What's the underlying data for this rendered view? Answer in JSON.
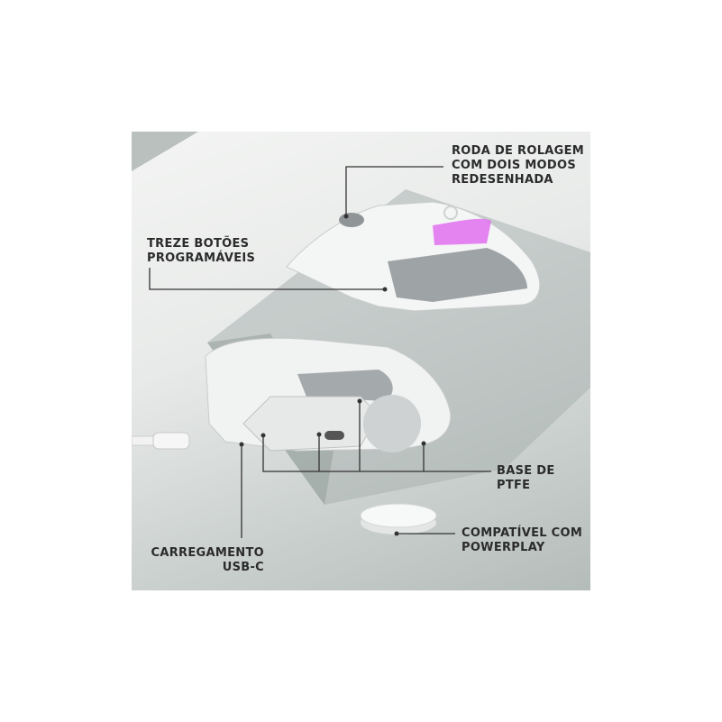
{
  "callouts": {
    "scroll_wheel": [
      "RODA DE ROLAGEM",
      "COM DOIS MODOS",
      "REDESENHADA"
    ],
    "buttons": [
      "TREZE BOTÕES",
      "PROGRAMÁVEIS"
    ],
    "ptfe": [
      "BASE DE",
      "PTFE"
    ],
    "powerplay": [
      "COMPATÍVEL COM",
      "POWERPLAY"
    ],
    "charging": [
      "CARREGAMENTO",
      "USB-C"
    ]
  },
  "colors": {
    "rgb_accent": "#e070f0",
    "leader": "#333333"
  }
}
